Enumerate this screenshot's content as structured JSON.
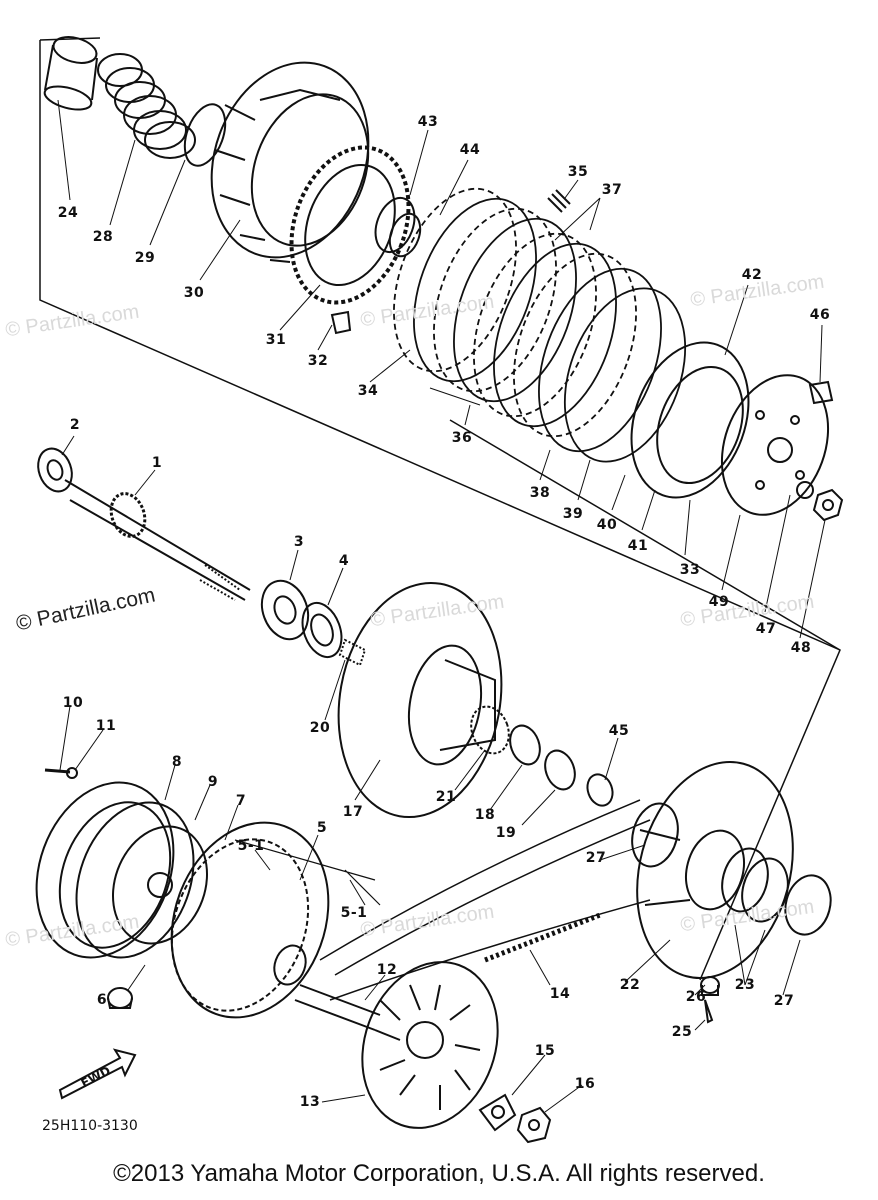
{
  "watermark_text": "© Partzilla.com",
  "drawing_code": "25H110-3130",
  "fwd_label": "FWD",
  "copyright": "©2013 Yamaha Motor Corporation, U.S.A. All rights reserved.",
  "callouts": [
    {
      "id": "24",
      "label": "24"
    },
    {
      "id": "28",
      "label": "28"
    },
    {
      "id": "29",
      "label": "29"
    },
    {
      "id": "30",
      "label": "30"
    },
    {
      "id": "31",
      "label": "31"
    },
    {
      "id": "32",
      "label": "32"
    },
    {
      "id": "43",
      "label": "43"
    },
    {
      "id": "44",
      "label": "44"
    },
    {
      "id": "35",
      "label": "35"
    },
    {
      "id": "37",
      "label": "37"
    },
    {
      "id": "34",
      "label": "34"
    },
    {
      "id": "36",
      "label": "36"
    },
    {
      "id": "42",
      "label": "42"
    },
    {
      "id": "46",
      "label": "46"
    },
    {
      "id": "38",
      "label": "38"
    },
    {
      "id": "39",
      "label": "39"
    },
    {
      "id": "40",
      "label": "40"
    },
    {
      "id": "41",
      "label": "41"
    },
    {
      "id": "33",
      "label": "33"
    },
    {
      "id": "49",
      "label": "49"
    },
    {
      "id": "47",
      "label": "47"
    },
    {
      "id": "48",
      "label": "48"
    },
    {
      "id": "2",
      "label": "2"
    },
    {
      "id": "1",
      "label": "1"
    },
    {
      "id": "3",
      "label": "3"
    },
    {
      "id": "4",
      "label": "4"
    },
    {
      "id": "20",
      "label": "20"
    },
    {
      "id": "17",
      "label": "17"
    },
    {
      "id": "21",
      "label": "21"
    },
    {
      "id": "18",
      "label": "18"
    },
    {
      "id": "19",
      "label": "19"
    },
    {
      "id": "45",
      "label": "45"
    },
    {
      "id": "10",
      "label": "10"
    },
    {
      "id": "11",
      "label": "11"
    },
    {
      "id": "8",
      "label": "8"
    },
    {
      "id": "9",
      "label": "9"
    },
    {
      "id": "7",
      "label": "7"
    },
    {
      "id": "5-1a",
      "label": "5-1"
    },
    {
      "id": "5",
      "label": "5"
    },
    {
      "id": "5-1b",
      "label": "5-1"
    },
    {
      "id": "27a",
      "label": "27"
    },
    {
      "id": "6",
      "label": "6"
    },
    {
      "id": "12",
      "label": "12"
    },
    {
      "id": "14",
      "label": "14"
    },
    {
      "id": "22",
      "label": "22"
    },
    {
      "id": "26",
      "label": "26"
    },
    {
      "id": "23",
      "label": "23"
    },
    {
      "id": "27b",
      "label": "27"
    },
    {
      "id": "25",
      "label": "25"
    },
    {
      "id": "15",
      "label": "15"
    },
    {
      "id": "16",
      "label": "16"
    },
    {
      "id": "13",
      "label": "13"
    }
  ]
}
